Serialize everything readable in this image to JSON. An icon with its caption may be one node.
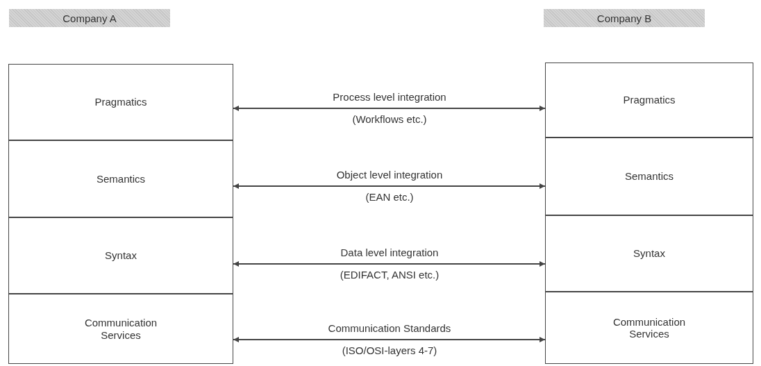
{
  "diagram": {
    "nodes": [
      {
        "text": [
          "Company A"
        ]
      },
      {
        "text": [
          "Company B"
        ]
      },
      {
        "text": [
          "Pragmatics"
        ]
      },
      {
        "text": [
          "Semantics"
        ]
      },
      {
        "text": [
          "Syntax"
        ]
      },
      {
        "text": [
          "Communication Services"
        ]
      },
      {
        "text": [
          "Pragmatics"
        ]
      },
      {
        "text": [
          "Semantics"
        ]
      },
      {
        "text": [
          "Syntax"
        ]
      },
      {
        "text": [
          "Communication Services"
        ]
      }
    ],
    "edges": [
      {
        "from": 2,
        "to": 6,
        "arrow": "both",
        "label": "Process level integration"
      },
      {
        "from": 3,
        "to": 7,
        "arrow": "both",
        "label": "Object level integration"
      },
      {
        "from": 4,
        "to": 8,
        "arrow": "both",
        "label": "Data level integration"
      },
      {
        "from": 5,
        "to": 9,
        "arrow": "both",
        "label": "Communication Standards"
      }
    ],
    "labels": [
      "(Workflows etc.)",
      "(EAN etc.)",
      "(EDIFACT, ANSI etc.)",
      "(ISO/OSI-layers 4-7)"
    ]
  }
}
